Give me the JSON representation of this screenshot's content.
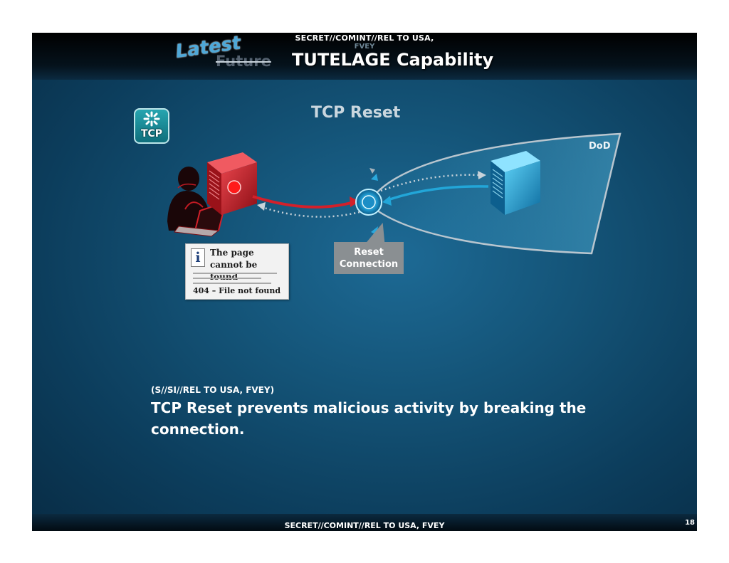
{
  "header": {
    "classification_line1": "SECRET//COMINT//REL TO USA,",
    "classification_line2": "FVEY",
    "latest_label": "Latest",
    "future_label": "Future",
    "title": "TUTELAGE Capability"
  },
  "diagram": {
    "heading": "TCP Reset",
    "tcp_icon_label": "TCP",
    "dod_label": "DoD",
    "error_page": {
      "title": "The page cannot be found",
      "code": "404 – File not found"
    },
    "reset_label_line1": "Reset",
    "reset_label_line2": "Connection"
  },
  "body": {
    "classification_note": "(S//SI//REL TO USA, FVEY)",
    "statement": "TCP Reset prevents malicious activity by breaking the connection."
  },
  "footer": {
    "classification": "SECRET//COMINT//REL TO USA, FVEY",
    "page_number": "18"
  },
  "colors": {
    "background": "#145478",
    "attacker_red": "#d3202a",
    "server_blue": "#22a6d8",
    "callout_gray": "#8a8f92"
  }
}
